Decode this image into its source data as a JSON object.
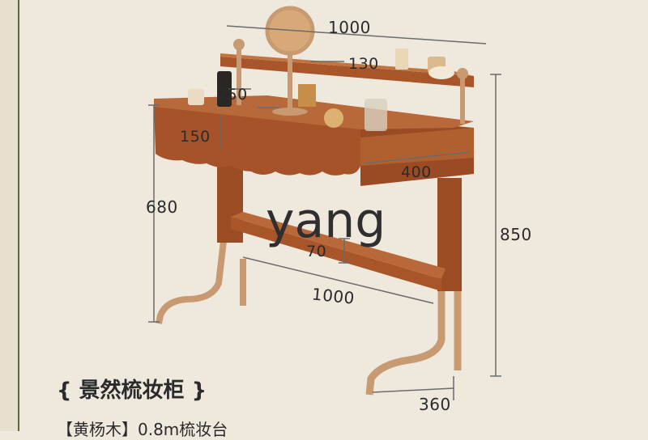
{
  "dimensions": {
    "top_width": "1000",
    "mirror_offset": "130",
    "shelf_height": "250",
    "drawer_height": "150",
    "drawer_width": "400",
    "leg_height": "680",
    "total_height": "850",
    "beam_height": "70",
    "inner_width": "1000",
    "depth": "360"
  },
  "watermark": "yang",
  "caption": {
    "title": "{ 景然梳妆柜 }",
    "subtitle": "【黄杨木】0.8m梳妆台"
  },
  "colors": {
    "wood": "#a8562a",
    "metal": "#c79a72",
    "frame_line": "#5b6a3a"
  }
}
